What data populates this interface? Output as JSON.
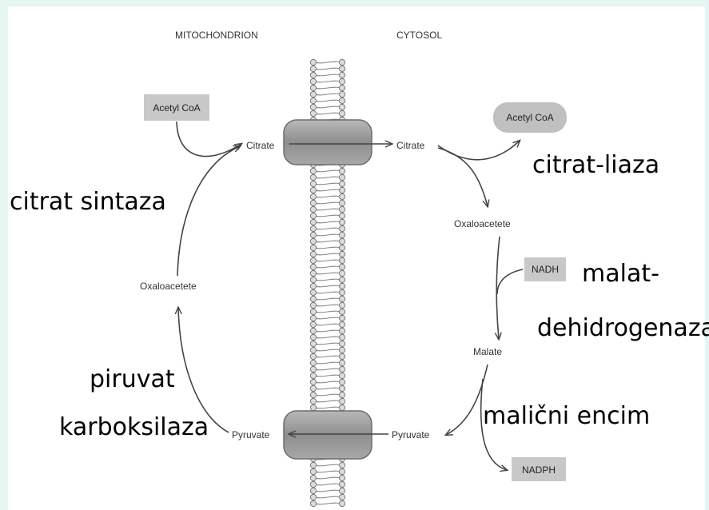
{
  "headers": {
    "left": "MITOCHONDRION",
    "right": "CYTOSOL"
  },
  "mito": {
    "acetyl_coa": "Acetyl CoA",
    "citrate": "Citrate",
    "oxaloacetate": "Oxaloacetete",
    "pyruvate": "Pyruvate"
  },
  "cyto": {
    "acetyl_coa": "Acetyl CoA",
    "citrate": "Citrate",
    "oxaloacetate": "Oxaloacetete",
    "nadh": "NADH",
    "malate": "Malate",
    "pyruvate": "Pyruvate",
    "nadph": "NADPH"
  },
  "enzymes": {
    "citrat_sintaza": "citrat sintaza",
    "citrat_liaza": "citrat-liaza",
    "malat_line1": "malat-",
    "malat_line2": "dehidrogenaza",
    "piruvat_line1": "piruvat",
    "piruvat_line2": "karboksilaza",
    "malicni": "malični encim"
  },
  "colors": {
    "background": "#e6f6f3",
    "panel": "#ffffff",
    "box_gray": "#c8c8c8",
    "transporter": "#9a9a9a"
  }
}
